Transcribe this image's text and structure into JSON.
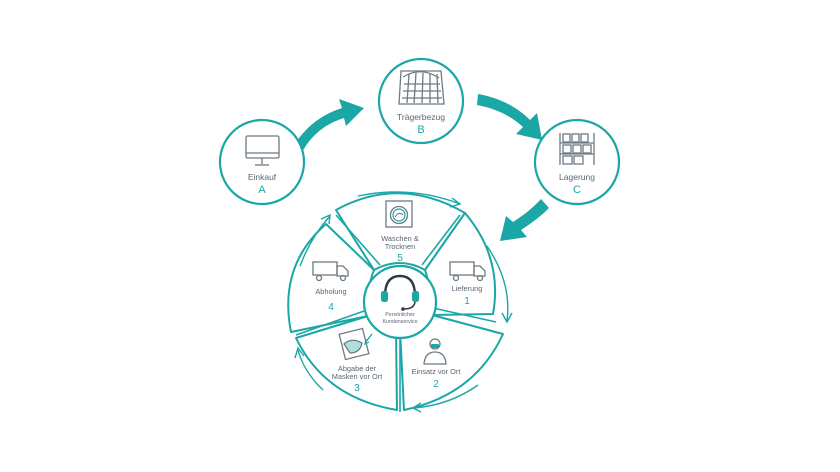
{
  "top_cycle": [
    {
      "label": "Einkauf",
      "letter": "A",
      "icon": "monitor-icon"
    },
    {
      "label": "Trägerbezug",
      "letter": "B",
      "icon": "fabric-sheet-icon"
    },
    {
      "label": "Lagerung",
      "letter": "C",
      "icon": "warehouse-shelf-icon"
    }
  ],
  "service_cycle": {
    "center": {
      "line1": "Persönlicher",
      "line2": "Kundenservice",
      "icon": "headset-icon"
    },
    "steps": [
      {
        "line1": "Lieferung",
        "line2": "",
        "number": "1",
        "icon": "truck-icon"
      },
      {
        "line1": "Einsatz vor Ort",
        "line2": "",
        "number": "2",
        "icon": "person-mask-icon"
      },
      {
        "line1": "Abgabe der",
        "line2": "Masken vor Ort",
        "number": "3",
        "icon": "mask-handover-icon"
      },
      {
        "line1": "Abholung",
        "line2": "",
        "number": "4",
        "icon": "truck-icon"
      },
      {
        "line1": "Waschen &",
        "line2": "Trocknen",
        "number": "5",
        "icon": "washing-icon"
      }
    ]
  },
  "colors": {
    "accent": "#1aa7a6",
    "text": "#5b6670",
    "icon": "#6e7a84"
  }
}
